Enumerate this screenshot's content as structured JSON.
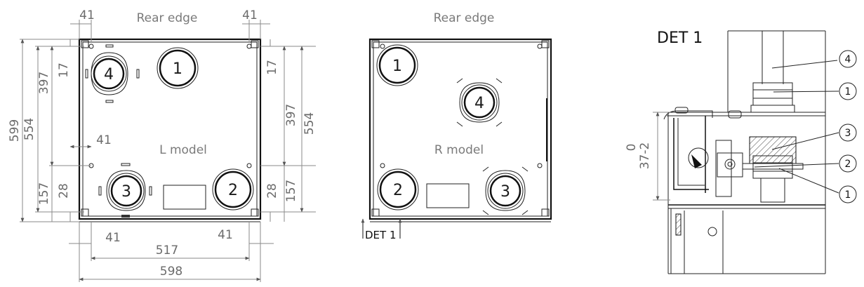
{
  "left_view": {
    "title": "Rear edge",
    "model_label": "L model",
    "dims": {
      "top_left": "41",
      "top_right": "41",
      "h599": "599",
      "h554": "554",
      "h397": "397",
      "h17": "17",
      "mid41": "41",
      "h157": "157",
      "h28": "28",
      "r17": "17",
      "r397": "397",
      "r554": "554",
      "r28": "28",
      "r157": "157",
      "b41l": "41",
      "b41r": "41",
      "w517": "517",
      "w598": "598"
    },
    "ports": [
      "4",
      "1",
      "3",
      "2"
    ]
  },
  "right_view": {
    "title": "Rear edge",
    "model_label": "R model",
    "ports": [
      "1",
      "4",
      "2",
      "3"
    ],
    "callout": "DET 1"
  },
  "detail": {
    "title": "DET 1",
    "dim_0": "0",
    "dim_372": "37-2",
    "balloons": [
      "4",
      "1",
      "3",
      "2",
      "1"
    ]
  }
}
